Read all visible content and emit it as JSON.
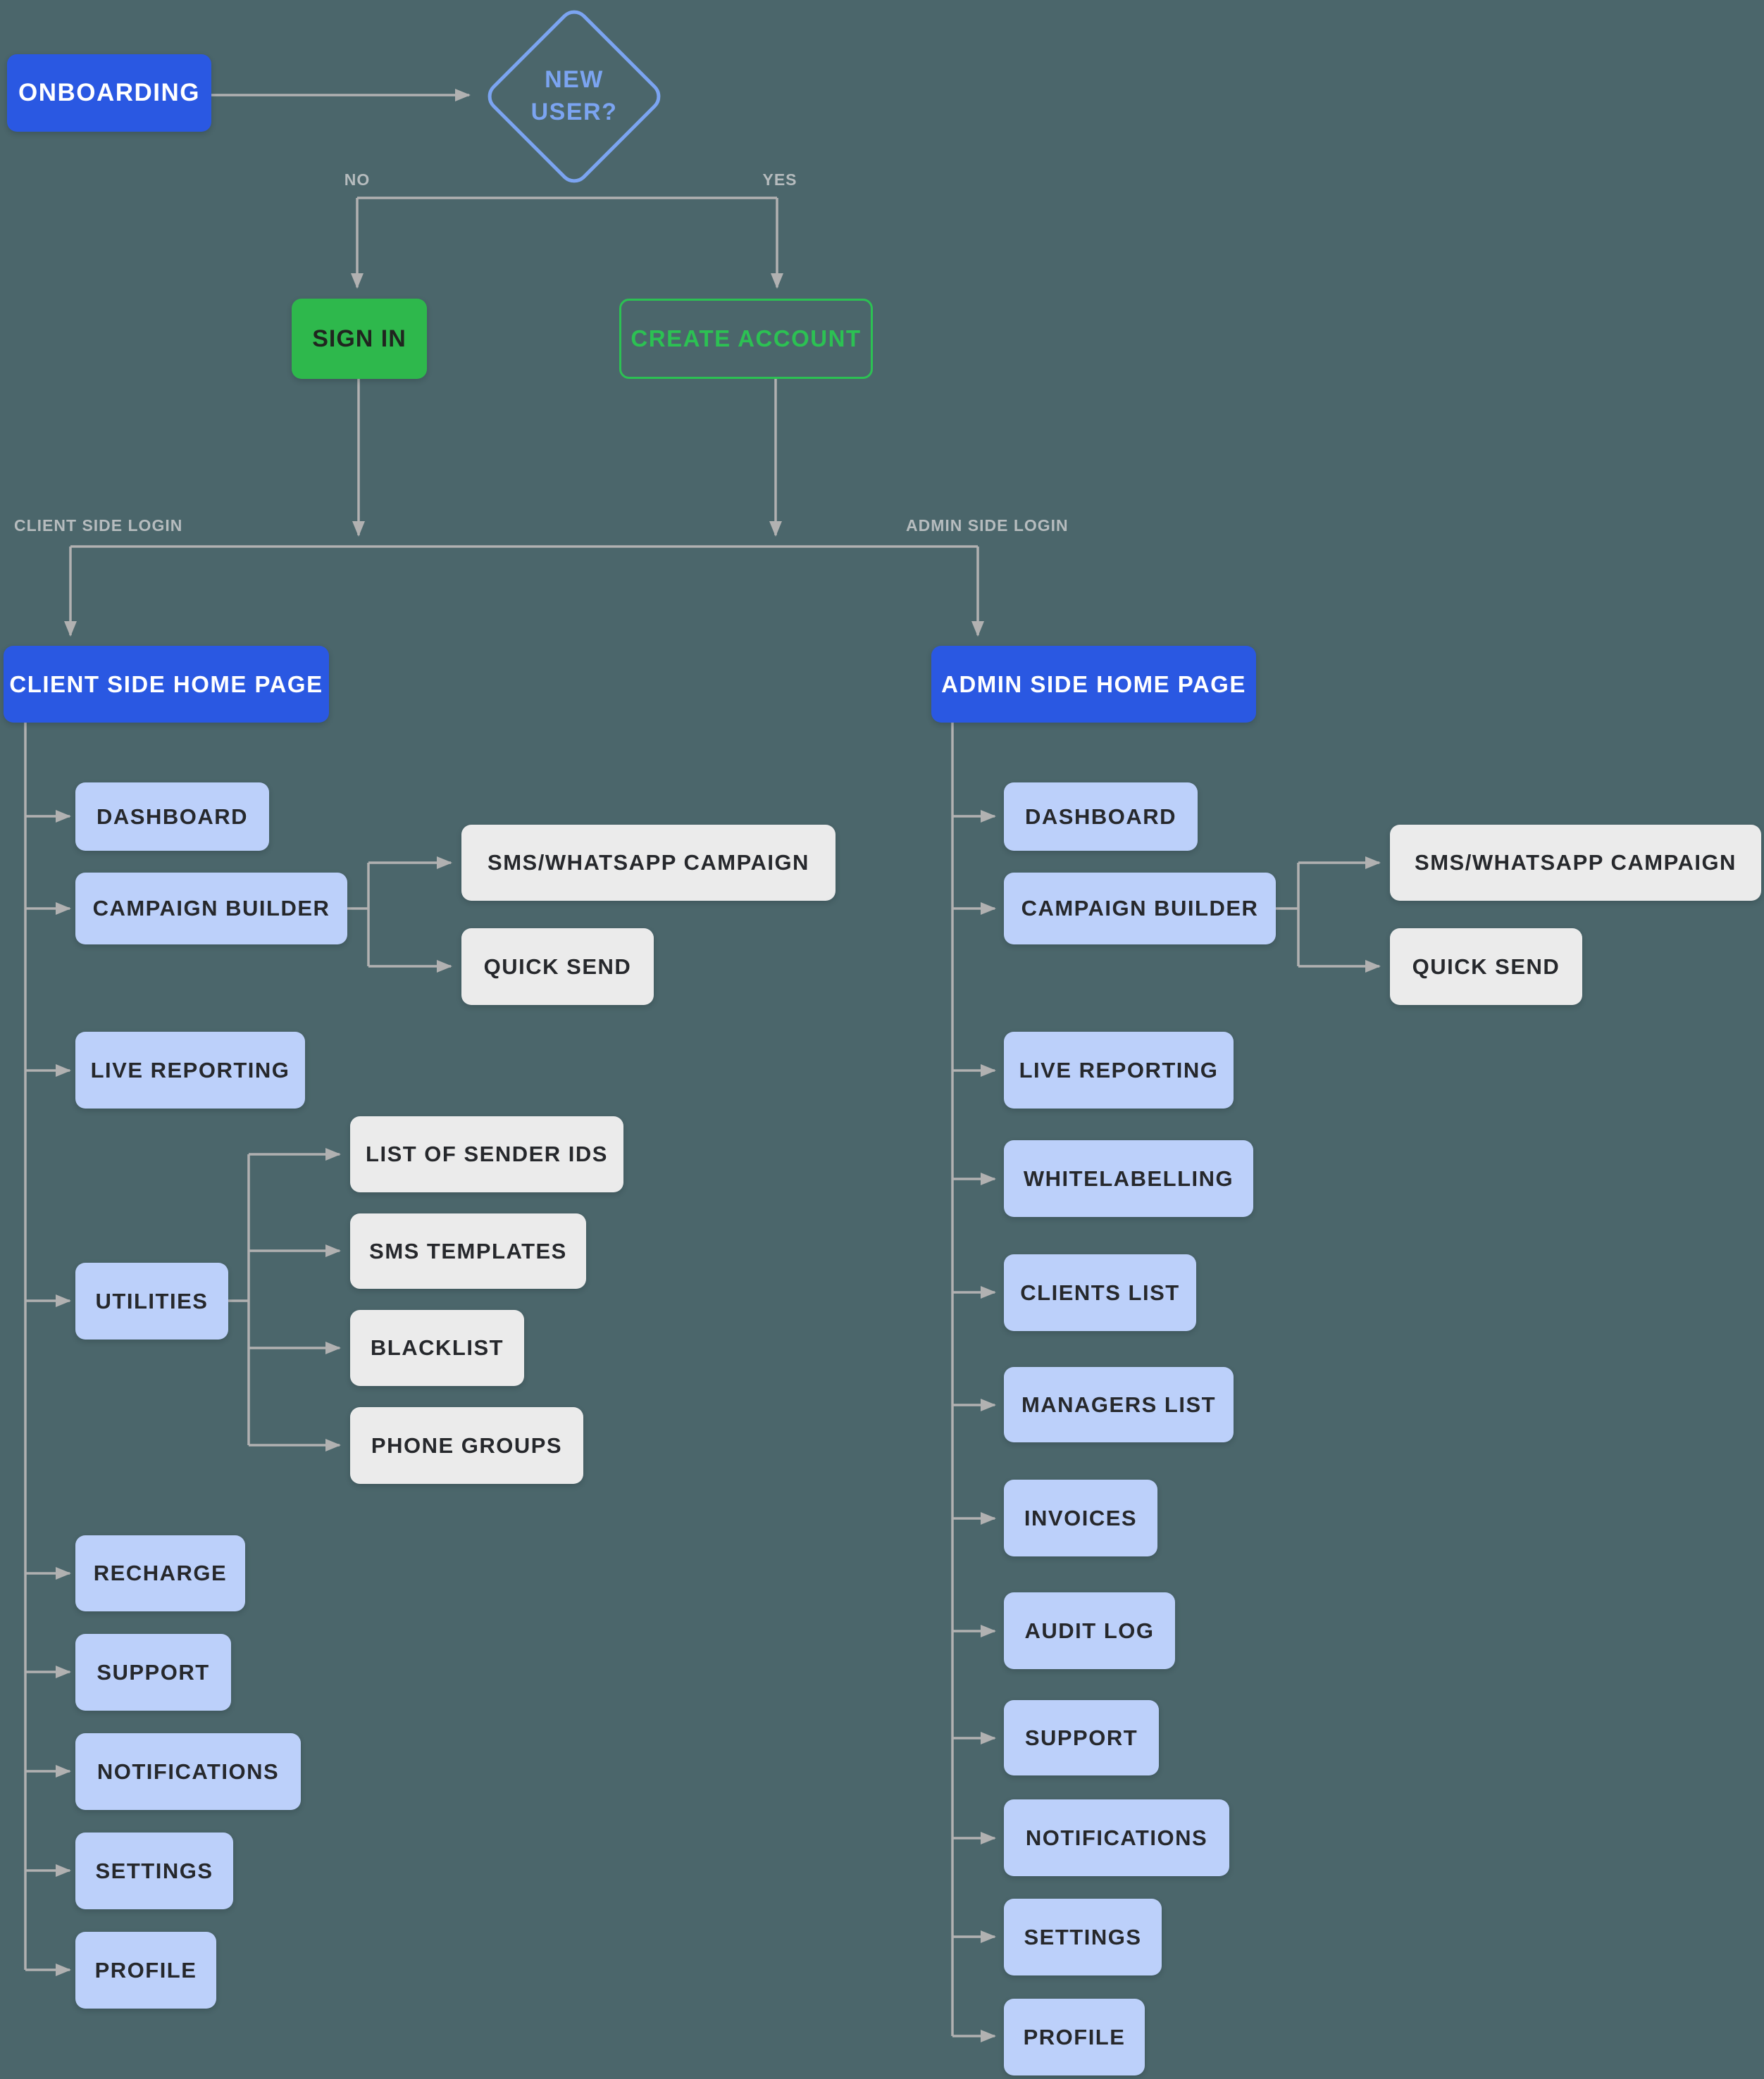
{
  "colors": {
    "background": "#4b666b",
    "primary_blue": "#2a58e2",
    "light_periwinkle": "#bcd0fa",
    "light_gray_box": "#ebebeb",
    "green_fill": "#2eb84c",
    "green_outline": "#2cc153",
    "diamond_blue": "#7ba4f1",
    "connector_gray": "#b1b1b1",
    "edge_label_gray": "#b6bcbe",
    "dark_text": "#26282c",
    "white_text": "#ffffff"
  },
  "nodes": {
    "onboarding": "ONBOARDING",
    "new_user_line1": "NEW",
    "new_user_line2": "USER?",
    "sign_in": "SIGN IN",
    "create_account": "CREATE ACCOUNT",
    "client_home": "CLIENT SIDE HOME PAGE",
    "admin_home": "ADMIN SIDE HOME PAGE"
  },
  "edge_labels": {
    "no": "NO",
    "yes": "YES",
    "client_side_login": "CLIENT SIDE LOGIN",
    "admin_side_login": "ADMIN SIDE LOGIN"
  },
  "client_menu": {
    "dashboard": "DASHBOARD",
    "campaign_builder": "CAMPAIGN BUILDER",
    "sms_whatsapp_campaign": "SMS/WHATSAPP CAMPAIGN",
    "quick_send": "QUICK SEND",
    "live_reporting": "LIVE REPORTING",
    "utilities": "UTILITIES",
    "list_of_sender_ids": "LIST OF SENDER IDS",
    "sms_templates": "SMS TEMPLATES",
    "blacklist": "BLACKLIST",
    "phone_groups": "PHONE GROUPS",
    "recharge": "RECHARGE",
    "support": "SUPPORT",
    "notifications": "NOTIFICATIONS",
    "settings": "SETTINGS",
    "profile": "PROFILE"
  },
  "admin_menu": {
    "dashboard": "DASHBOARD",
    "campaign_builder": "CAMPAIGN BUILDER",
    "sms_whatsapp_campaign": "SMS/WHATSAPP CAMPAIGN",
    "quick_send": "QUICK SEND",
    "live_reporting": "LIVE REPORTING",
    "whitelabelling": "WHITELABELLING",
    "clients_list": "CLIENTS LIST",
    "managers_list": "MANAGERS LIST",
    "invoices": "INVOICES",
    "audit_log": "AUDIT LOG",
    "support": "SUPPORT",
    "notifications": "NOTIFICATIONS",
    "settings": "SETTINGS",
    "profile": "PROFILE"
  }
}
